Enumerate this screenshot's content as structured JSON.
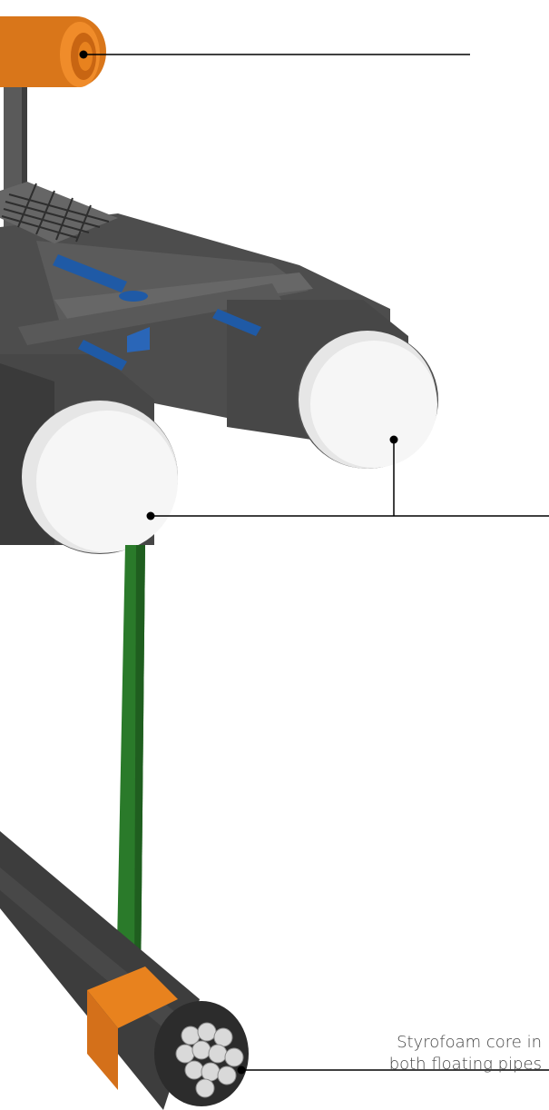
{
  "callouts": [
    {
      "id": "top-handle-callout",
      "text": []
    },
    {
      "id": "float-caps-callout",
      "text": []
    },
    {
      "id": "styrofoam-core-callout",
      "text": [
        "Styrofoam core in",
        "both floating pipes"
      ]
    }
  ],
  "colors": {
    "pipe_gray": "#4a4a4a",
    "pipe_dark": "#333333",
    "cap_white": "#f2f2f2",
    "orange": "#e8821e",
    "blue_pin": "#1f5aa6",
    "green_strap": "#2a7a2a",
    "leader_line": "#000000"
  },
  "icons": [
    "orange-handle",
    "grate-panel",
    "blue-pins",
    "floating-pipes",
    "green-strap",
    "styrofoam-bundle"
  ]
}
